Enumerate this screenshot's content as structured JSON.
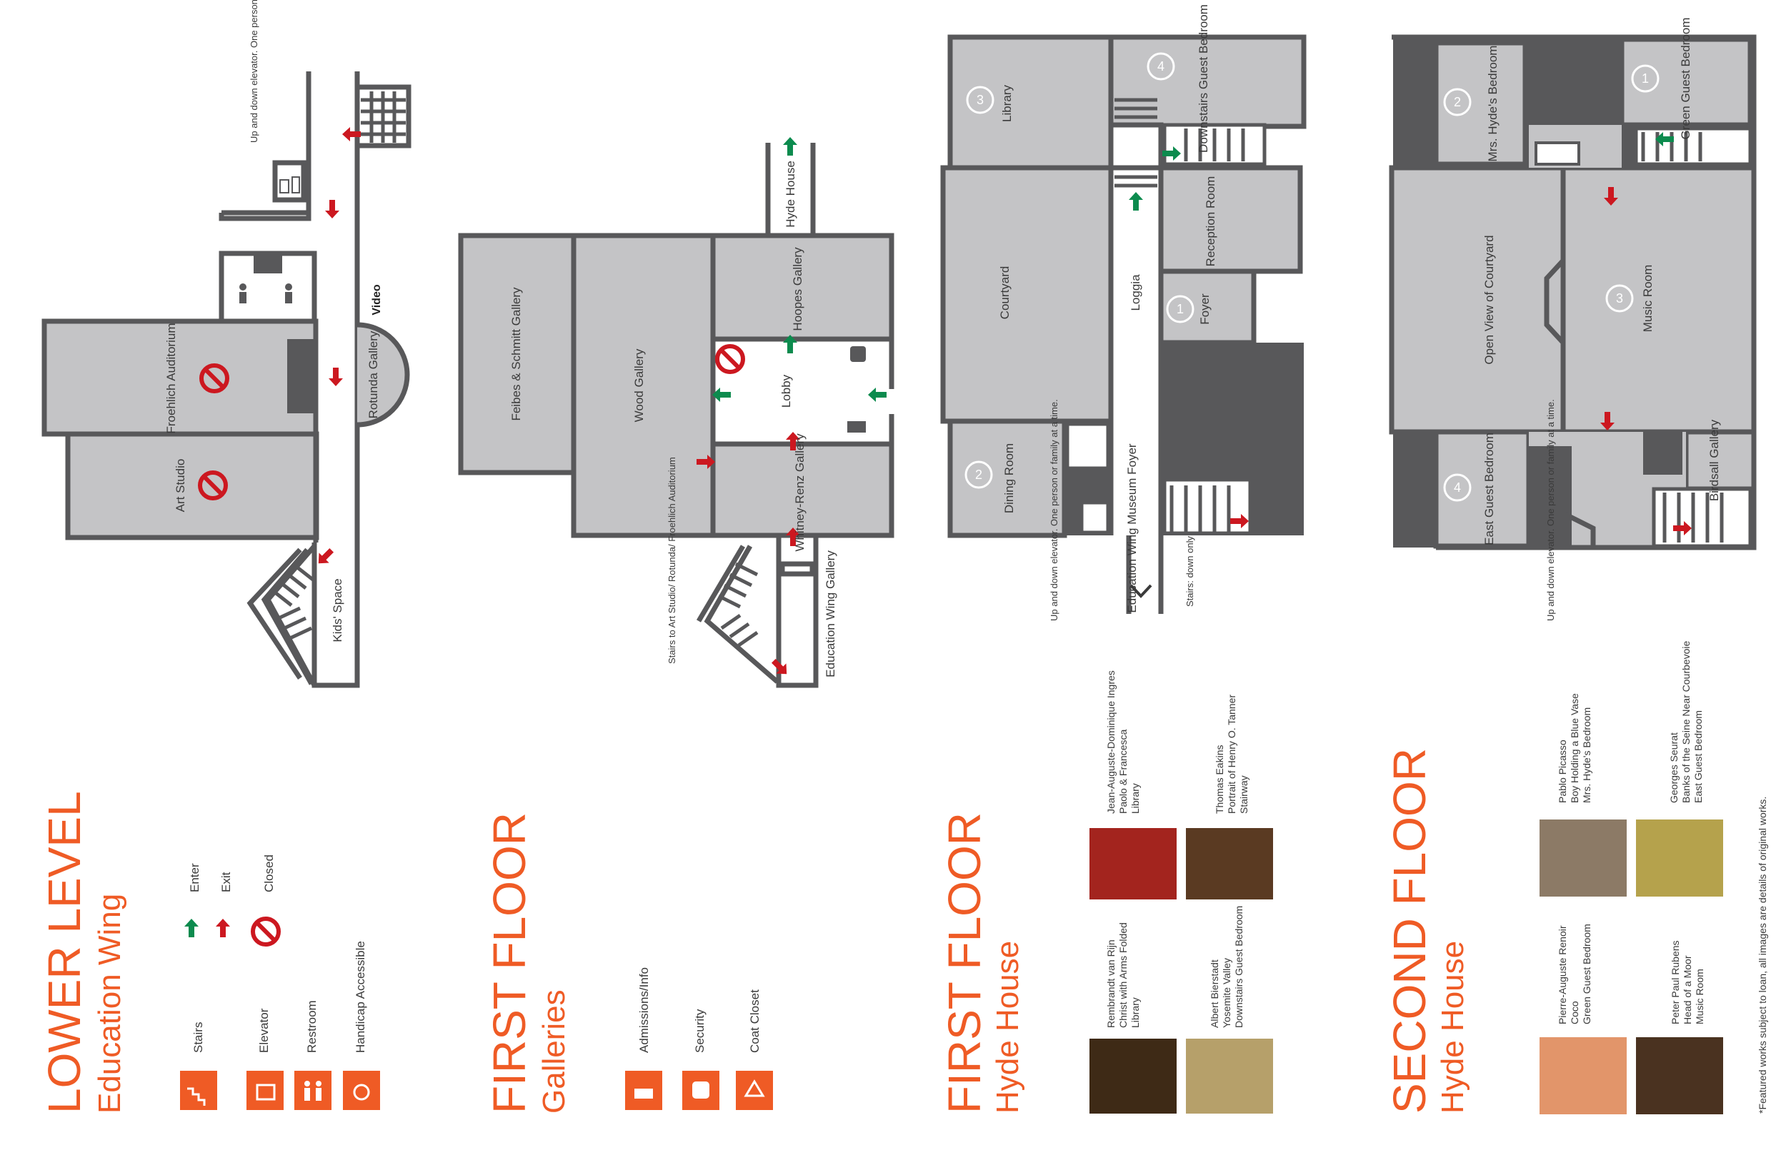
{
  "colors": {
    "accent": "#ef5b25",
    "room": "#c4c4c6",
    "wall": "#58585a",
    "exit_arrow": "#cc1820",
    "enter_arrow": "#0c8b4e",
    "closed": "#cc1820"
  },
  "lower_level": {
    "title": "LOWER LEVEL",
    "subtitle": "Education Wing",
    "rooms": {
      "froehlich": "Froehlich Auditorium",
      "art_studio": "Art Studio",
      "rotunda": "Rotunda Gallery",
      "kids": "Kids' Space",
      "video": "Video"
    },
    "elevator_note": "Up and down elevator. One person or family at a time."
  },
  "first_galleries": {
    "title": "FIRST FLOOR",
    "subtitle": "Galleries",
    "rooms": {
      "feibes": "Feibes & Schmitt Gallery",
      "wood": "Wood Gallery",
      "hoopes": "Hoopes Gallery",
      "whitney": "Whitney-Renz Gallery",
      "lobby": "Lobby",
      "hyde": "Hyde House",
      "edu_gallery": "Education Wing Gallery"
    },
    "stairs_note": "Stairs to Art Studio/ Rotunda/ Froehlich Auditorium"
  },
  "first_hyde": {
    "title": "FIRST FLOOR",
    "subtitle": "Hyde House",
    "rooms": {
      "library": "Library",
      "downstairs": "Downstairs Guest Bedroom",
      "courtyard": "Courtyard",
      "loggia": "Loggia",
      "reception": "Reception Room",
      "foyer": "Foyer",
      "dining": "Dining Room",
      "edu_foyer": "Education Wing Museum Foyer"
    },
    "nums": {
      "library": "3",
      "downstairs": "4",
      "foyer": "1",
      "dining": "2"
    },
    "elevator_note": "Up and down elevator. One person or family at a time.",
    "stairs_note": "Stairs: down only"
  },
  "second_hyde": {
    "title": "SECOND FLOOR",
    "subtitle": "Hyde House",
    "rooms": {
      "mrs_hyde": "Mrs. Hyde's Bedroom",
      "green": "Green Guest Bedroom",
      "open_view": "Open View of Courtyard",
      "music": "Music Room",
      "east": "East Guest Bedroom",
      "birdsall": "Birdsall Gallery"
    },
    "nums": {
      "mrs_hyde": "2",
      "green": "1",
      "music": "3",
      "east": "4"
    },
    "elevator_note": "Up and down elevator. One person or family at a time."
  },
  "legend": {
    "enter": "Enter",
    "exit": "Exit",
    "closed": "Closed",
    "items": [
      "Stairs",
      "Elevator",
      "Restroom",
      "Handicap Accessible"
    ],
    "items2": [
      "Admissions/Info",
      "Security",
      "Coat Closet"
    ]
  },
  "artworks": [
    {
      "artist": "Jean-Auguste-Dominique Ingres",
      "work": "Paolo & Francesca",
      "room": "Library",
      "color": "#a3241e"
    },
    {
      "artist": "Thomas Eakins",
      "work": "Portrait of Henry O. Tanner",
      "room": "Stairway",
      "color": "#5a3a22"
    },
    {
      "artist": "Rembrandt van Rijn",
      "work": "Christ with Arms Folded",
      "room": "Library",
      "color": "#3e2a16"
    },
    {
      "artist": "Albert Bierstadt",
      "work": "Yosemite Valley",
      "room": "Downstairs Guest Bedroom",
      "color": "#b6a06a"
    },
    {
      "artist": "Pablo Picasso",
      "work": "Boy Holding a Blue Vase",
      "room": "Mrs. Hyde's Bedroom",
      "color": "#8c7a66"
    },
    {
      "artist": "Georges Seurat",
      "work": "Banks of the Seine Near Courbevoie",
      "room": "East Guest Bedroom",
      "color": "#b5a24c"
    },
    {
      "artist": "Pierre-Auguste Renoir",
      "work": "Coco",
      "room": "Green Guest Bedroom",
      "color": "#e2956a"
    },
    {
      "artist": "Peter Paul Rubens",
      "work": "Head of a Moor",
      "room": "Music Room",
      "color": "#4a3220"
    }
  ],
  "footnote": "*Featured works subject to loan, all images are details of original works."
}
